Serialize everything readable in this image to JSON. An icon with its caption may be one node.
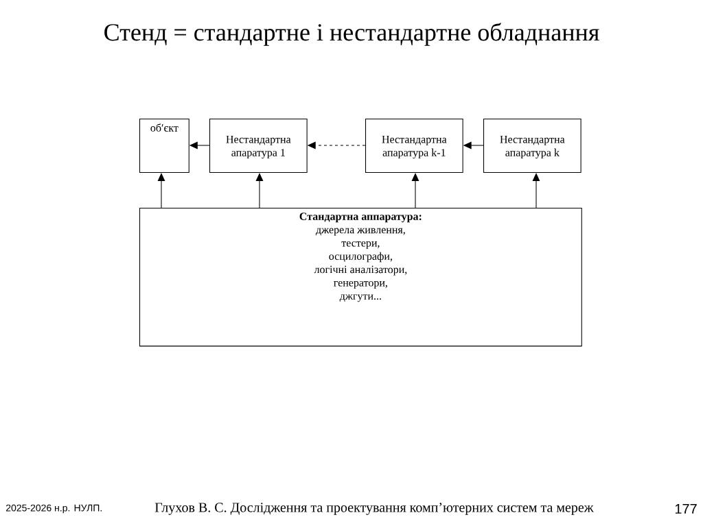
{
  "diagram": {
    "title": "Стенд = стандартне і нестандартне обладнання",
    "nodes": [
      {
        "text": [
          "об′єкт"
        ]
      },
      {
        "text": [
          "Нестандартна апаратура 1"
        ]
      },
      {
        "text": [
          "Нестандартна апаратура k-1"
        ]
      },
      {
        "text": [
          "Нестандартна апаратура k"
        ]
      },
      {
        "text": [
          "Стандартна аппаратура:",
          "джерела живлення,",
          "тестери,",
          "осцилографи,",
          "логічні аналізатори,",
          "генератори,",
          "джгути..."
        ]
      }
    ],
    "edges": [
      {
        "from": 1,
        "to": 0,
        "arrow": "to"
      },
      {
        "from": 2,
        "to": 1,
        "arrow": "to",
        "style": "dashed"
      },
      {
        "from": 3,
        "to": 2,
        "arrow": "to"
      },
      {
        "from": 4,
        "to": 0,
        "arrow": "to"
      },
      {
        "from": 4,
        "to": 1,
        "arrow": "to"
      },
      {
        "from": 4,
        "to": 2,
        "arrow": "to"
      },
      {
        "from": 4,
        "to": 3,
        "arrow": "to"
      }
    ],
    "labels": [
      "2025-2026 н.р. НУЛП.",
      "Глухов В. С. Дослідження та проектування комп’ютерних систем та мереж",
      "177"
    ]
  }
}
